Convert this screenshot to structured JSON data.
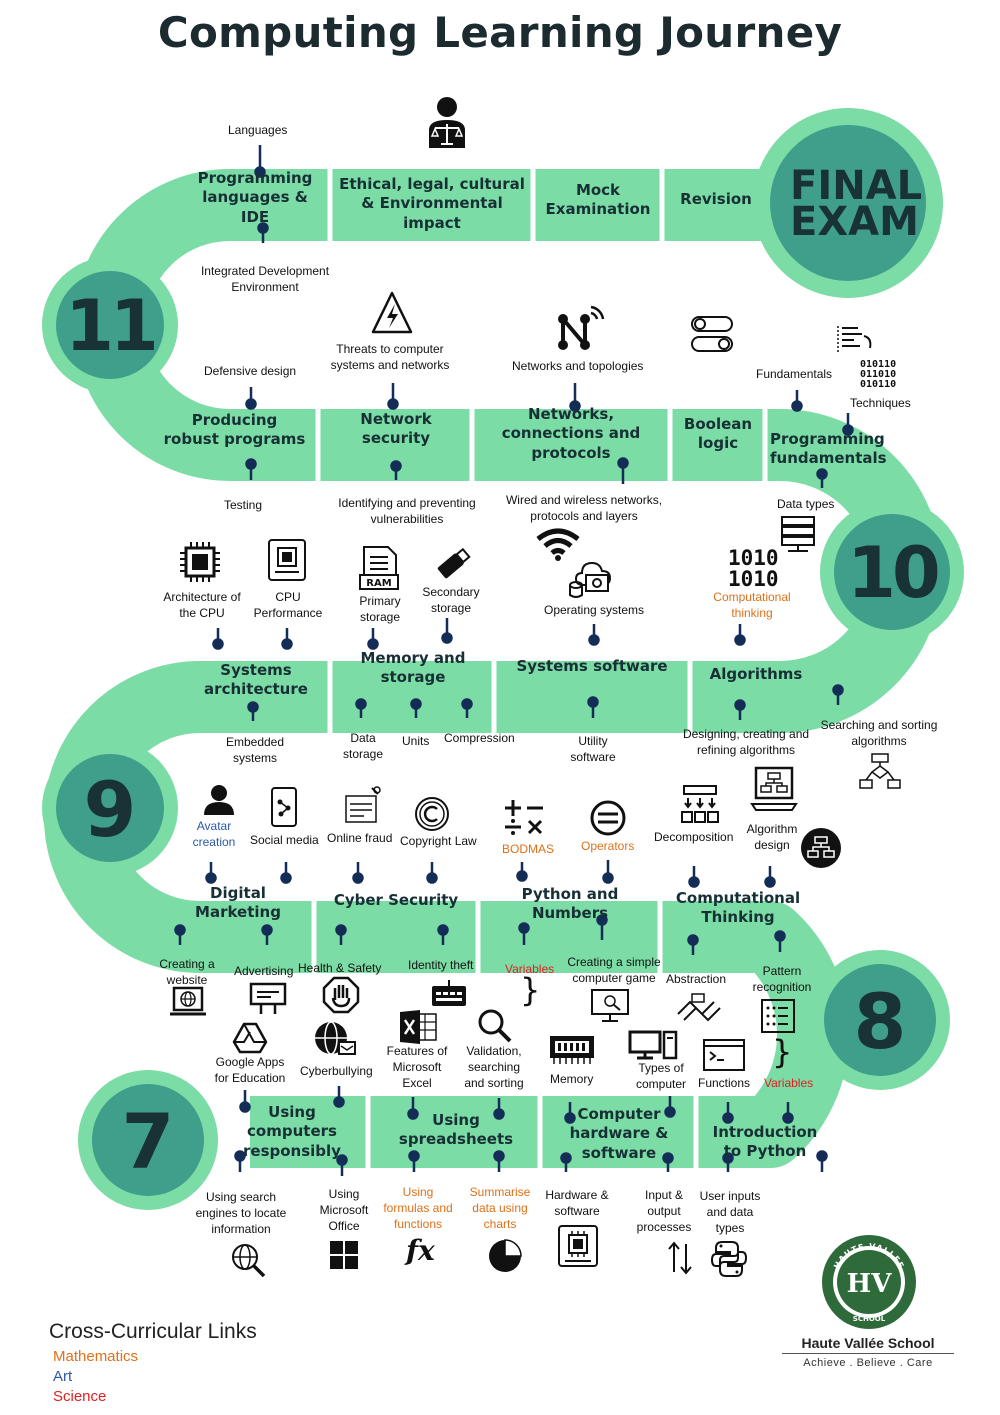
{
  "title": "Computing Learning Journey",
  "final_exam": {
    "line1": "FINAL",
    "line2": "EXAM"
  },
  "years": {
    "y11": "11",
    "y10": "10",
    "y9": "9",
    "y8": "8",
    "y7": "7"
  },
  "units": {
    "prog_ide": "Programming languages & IDE",
    "ethical": "Ethical, legal, cultural & Environmental impact",
    "mock": "Mock Examination",
    "revision": "Revision",
    "robust": "Producing robust programs",
    "netsec": "Network security",
    "networks": "Networks, connections and protocols",
    "boolean": "Boolean logic",
    "progfund": "Programming fundamentals",
    "sysarch": "Systems architecture",
    "memory": "Memory and storage",
    "syssoft": "Systems software",
    "algorithms": "Algorithms",
    "digmark": "Digital Marketing",
    "cyber": "Cyber Security",
    "python": "Python and Numbers",
    "compthink": "Computational Thinking",
    "usingcomp": "Using computers responsibly",
    "spread": "Using spreadsheets",
    "hardware": "Computer hardware & software",
    "intropy": "Introduction to Python"
  },
  "labels": {
    "languages": "Languages",
    "ide": "Integrated Development Environment",
    "defensive": "Defensive design",
    "threats": "Threats to computer systems and networks",
    "net_topologies": "Networks and topologies",
    "fundamentals": "Fundamentals",
    "techniques": "Techniques",
    "testing": "Testing",
    "identifying": "Identifying and preventing vulnerabilities",
    "wired": "Wired and wireless networks, protocols and layers",
    "data_types": "Data types",
    "arch_cpu": "Architecture of the CPU",
    "cpu_perf": "CPU Performance",
    "primary": "Primary storage",
    "secondary": "Secondary storage",
    "os": "Operating systems",
    "comp_thinking": "Computational thinking",
    "embedded": "Embedded systems",
    "data_storage": "Data storage",
    "units_lbl": "Units",
    "compression": "Compression",
    "utility": "Utility software",
    "designing": "Designing, creating and refining algorithms",
    "searching": "Searching and sorting algorithms",
    "avatar": "Avatar creation",
    "social": "Social media",
    "fraud": "Online fraud",
    "copyright": "Copyright Law",
    "bodmas": "BODMAS",
    "operators": "Operators",
    "decomposition": "Decomposition",
    "algo_design": "Algorithm design",
    "creating_web": "Creating a website",
    "advertising": "Advertising",
    "health": "Health & Safety",
    "identity": "Identity theft",
    "variables1": "Variables",
    "game": "Creating a simple computer game",
    "abstraction": "Abstraction",
    "pattern": "Pattern recognition",
    "google": "Google Apps for Education",
    "cyberbullying": "Cyberbullying",
    "excel": "Features of Microsoft Excel",
    "validation": "Validation, searching and sorting",
    "memory_lbl": "Memory",
    "types_comp": "Types of computer",
    "functions": "Functions",
    "variables2": "Variables",
    "search_engines": "Using search engines to locate information",
    "ms_office": "Using Microsoft Office",
    "formulas": "Using formulas and functions",
    "summarise": "Summarise data using charts",
    "hw_sw": "Hardware & software",
    "io": "Input & output processes",
    "user_inputs": "User inputs and data types",
    "ram": "RAM",
    "binary1": "1010",
    "binary2": "1010",
    "bin_a": "010110",
    "bin_b": "011010",
    "bin_c": "010110",
    "fx": "fx"
  },
  "legend": {
    "title": "Cross-Curricular Links",
    "maths": "Mathematics",
    "art": "Art",
    "science": "Science"
  },
  "school": {
    "name": "Haute Vallée School",
    "motto": "Achieve . Believe . Care",
    "badge_top": "HAUTE VALLEE",
    "badge_bottom": "SCHOOL",
    "badge_initials": "HV"
  },
  "colors": {
    "road": "#7cdca5",
    "circle": "#3f9f8b",
    "dark": "#183236",
    "pin": "#142d57",
    "maths": "#e0701a",
    "art": "#2a59a8",
    "science": "#e02020"
  }
}
